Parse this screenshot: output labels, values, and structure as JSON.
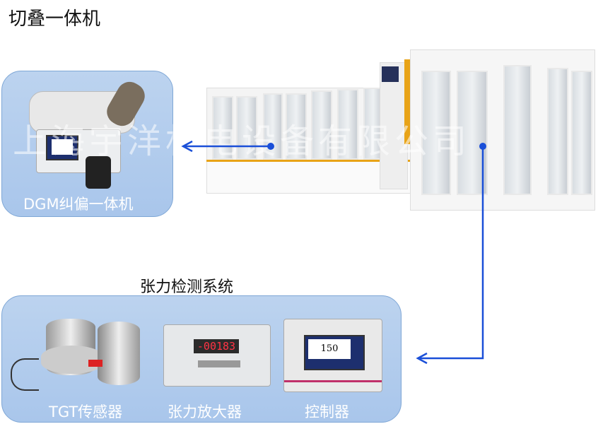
{
  "title": "切叠一体机",
  "watermark": "上海宇洋机电设备有限公司",
  "products": {
    "dgm": {
      "label": "DGM纠偏一体机"
    },
    "tension_system": {
      "title": "张力检测系统",
      "items": [
        {
          "label": "TGT传感器"
        },
        {
          "label": "张力放大器"
        },
        {
          "label": "控制器"
        }
      ]
    },
    "amplifier_display": "-00183",
    "controller_display": "150"
  },
  "colors": {
    "arrow": "#1a4fd8",
    "panel": "#b3cdee",
    "accent": "#e8a317"
  }
}
